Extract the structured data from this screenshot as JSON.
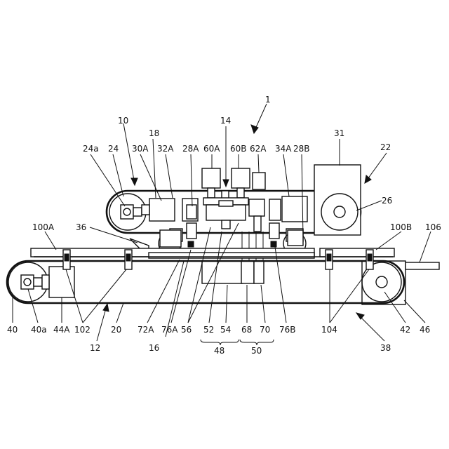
{
  "figure": {
    "labels": [
      {
        "id": "label-1",
        "text": "1"
      },
      {
        "id": "label-10",
        "text": "10"
      },
      {
        "id": "label-14",
        "text": "14"
      },
      {
        "id": "label-18",
        "text": "18"
      },
      {
        "id": "label-22",
        "text": "22"
      },
      {
        "id": "label-31",
        "text": "31"
      },
      {
        "id": "label-24a",
        "text": "24a"
      },
      {
        "id": "label-24",
        "text": "24"
      },
      {
        "id": "label-30A",
        "text": "30A"
      },
      {
        "id": "label-32A",
        "text": "32A"
      },
      {
        "id": "label-28A",
        "text": "28A"
      },
      {
        "id": "label-60A",
        "text": "60A"
      },
      {
        "id": "label-60B",
        "text": "60B"
      },
      {
        "id": "label-62A",
        "text": "62A"
      },
      {
        "id": "label-34A",
        "text": "34A"
      },
      {
        "id": "label-28B",
        "text": "28B"
      },
      {
        "id": "label-26",
        "text": "26"
      },
      {
        "id": "label-100A",
        "text": "100A"
      },
      {
        "id": "label-36",
        "text": "36"
      },
      {
        "id": "label-100B",
        "text": "100B"
      },
      {
        "id": "label-106",
        "text": "106"
      },
      {
        "id": "label-40",
        "text": "40"
      },
      {
        "id": "label-40a",
        "text": "40a"
      },
      {
        "id": "label-44A",
        "text": "44A"
      },
      {
        "id": "label-102",
        "text": "102"
      },
      {
        "id": "label-20",
        "text": "20"
      },
      {
        "id": "label-12",
        "text": "12"
      },
      {
        "id": "label-72A",
        "text": "72A"
      },
      {
        "id": "label-16",
        "text": "16"
      },
      {
        "id": "label-76A",
        "text": "76A"
      },
      {
        "id": "label-56",
        "text": "56"
      },
      {
        "id": "label-52",
        "text": "52"
      },
      {
        "id": "label-54",
        "text": "54"
      },
      {
        "id": "label-68",
        "text": "68"
      },
      {
        "id": "label-70",
        "text": "70"
      },
      {
        "id": "label-76B",
        "text": "76B"
      },
      {
        "id": "label-48",
        "text": "48"
      },
      {
        "id": "label-50",
        "text": "50"
      },
      {
        "id": "label-104",
        "text": "104"
      },
      {
        "id": "label-42",
        "text": "42"
      },
      {
        "id": "label-46",
        "text": "46"
      },
      {
        "id": "label-38",
        "text": "38"
      }
    ]
  }
}
